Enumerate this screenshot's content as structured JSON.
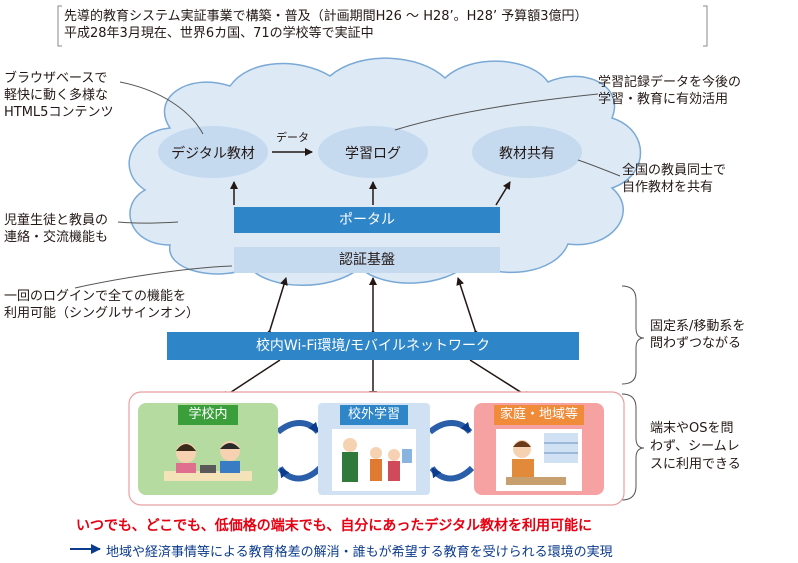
{
  "header": {
    "line1": "先導的教育システム実証事業で構築・普及（計画期間H26 ～ H28’。H28’ 予算額3億円）",
    "line2": "平成28年3月現在、世界6カ国、71の学校等で実証中"
  },
  "cloud": {
    "digital": "デジタル教材",
    "data_label": "データ",
    "log": "学習ログ",
    "share": "教材共有",
    "portal": "ポータル",
    "auth": "認証基盤"
  },
  "notes": {
    "html5": [
      "ブラウザベースで",
      "軽快に動く多様な",
      "HTML5コンテンツ"
    ],
    "records": [
      "学習記録データを今後の",
      "学習・教育に有効活用"
    ],
    "teachers": [
      "全国の教員同士で",
      "自作教材を共有"
    ],
    "contact": [
      "児童生徒と教員の",
      "連絡・交流機能も"
    ],
    "sso": [
      "一回のログインで全ての機能を",
      "利用可能（シングルサインオン）"
    ],
    "network_note": [
      "固定系/移動系を",
      "問わずつながる"
    ],
    "device_note": [
      "端末やOSを問",
      "わず、シームレ",
      "スに利用できる"
    ]
  },
  "network": "校内Wi-Fi環境/モバイルネットワーク",
  "places": {
    "school": "学校内",
    "outside": "校外学習",
    "home": "家庭・地域等"
  },
  "summary": {
    "red": "いつでも、どこでも、低価格の端末でも、自分にあったデジタル教材を利用可能に",
    "blue": "地域や経済事情等による教育格差の解消・誰もが希望する教育を受けられる環境の実現"
  },
  "colors": {
    "cloud_fill": "#ddeaf6",
    "ellipse_fill": "#c5d9ef",
    "bar_blue": "#2e86c9",
    "green": "#3a9e3a",
    "blue": "#2e86c9",
    "orange": "#f08b3a",
    "red_text": "#e60012",
    "blue_text": "#0b3b8c"
  }
}
